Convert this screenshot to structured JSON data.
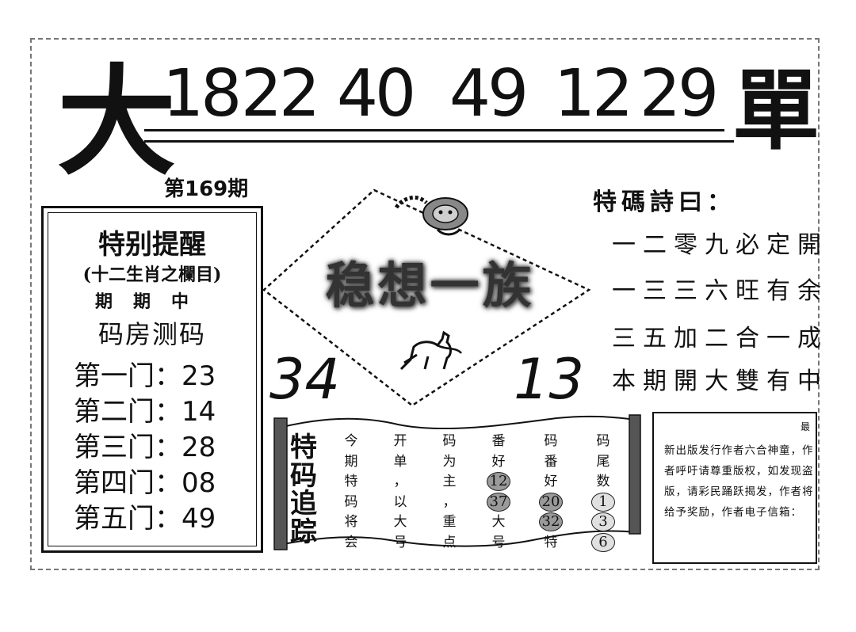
{
  "header": {
    "left_char": "大",
    "right_char": "單",
    "numbers": [
      "18",
      "22",
      "40",
      "49",
      "12",
      "29"
    ],
    "issue": "第169期"
  },
  "reminder": {
    "title": "特别提醒",
    "subtitle": "(十二生肖之欄目)",
    "hit": "期期中",
    "heading": "码房测码",
    "doors": [
      {
        "label": "第一门：",
        "value": "23"
      },
      {
        "label": "第二门：",
        "value": "14"
      },
      {
        "label": "第三门：",
        "value": "28"
      },
      {
        "label": "第四门：",
        "value": "08"
      },
      {
        "label": "第五门：",
        "value": "49"
      }
    ]
  },
  "center": {
    "word": "稳想一族",
    "num_left": "34",
    "num_right": "13"
  },
  "poem": {
    "title": "特碼詩曰：",
    "lines": [
      "一二零九必定開",
      "一三三六旺有余",
      "三五加二合一成",
      "本期開大雙有中"
    ]
  },
  "tracking": {
    "title": "特码追踪",
    "columns": [
      [
        "今",
        "期",
        "特",
        "码",
        "将",
        "会"
      ],
      [
        "开",
        "单",
        "，",
        "以",
        "大",
        "号"
      ],
      [
        "码",
        "为",
        "主",
        "，",
        "重",
        "点"
      ],
      [
        "番",
        "好",
        "12",
        "37",
        "大",
        "号"
      ],
      [
        "码",
        "番",
        "好",
        "20",
        "32",
        "特"
      ],
      [
        "码",
        "尾",
        "数",
        "1",
        "3",
        "6"
      ]
    ]
  },
  "notice": {
    "head": "最",
    "text": "新出版发行作者六合神童，作者呼吁请尊重版权，如发现盗版，请彩民踊跃揭发，作者将给予奖励，作者电子信箱："
  }
}
